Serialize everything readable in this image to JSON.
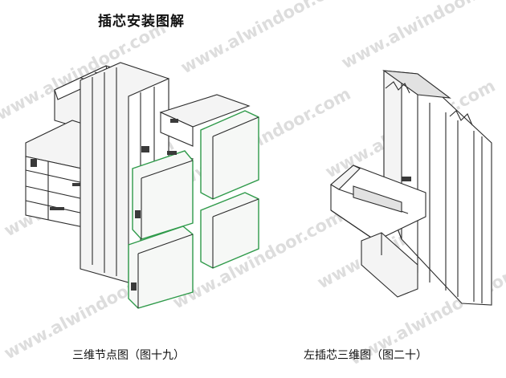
{
  "title": "插芯安装图解",
  "watermark": "www.alwindoor.com",
  "figures": [
    {
      "caption": "三维节点图（图十九）"
    },
    {
      "caption": "左插芯三维图（图二十）"
    }
  ],
  "colors": {
    "glass_edge": "#2f9a4a",
    "line": "#2b2b2b",
    "watermark": "#d8d8d8"
  }
}
